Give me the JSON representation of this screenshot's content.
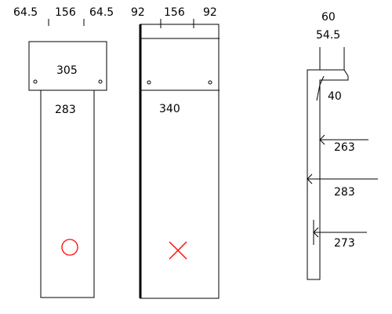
{
  "colors": {
    "line": "#000000",
    "mark_circle": "#ff0000",
    "mark_cross": "#ff0000",
    "background": "#ffffff"
  },
  "left_panel": {
    "dim_left": "64.5",
    "dim_mid": "156",
    "dim_right": "64.5",
    "dim_plate": "305",
    "dim_body": "283",
    "mark": "circle"
  },
  "middle_panel": {
    "dim_left": "92",
    "dim_mid": "156",
    "dim_right": "92",
    "dim_body": "340",
    "mark": "cross"
  },
  "side_view": {
    "dim_top": "60",
    "dim_flange": "54.5",
    "dim_bend": "40",
    "dim_upper": "263",
    "dim_middle": "283",
    "dim_lower": "273"
  }
}
